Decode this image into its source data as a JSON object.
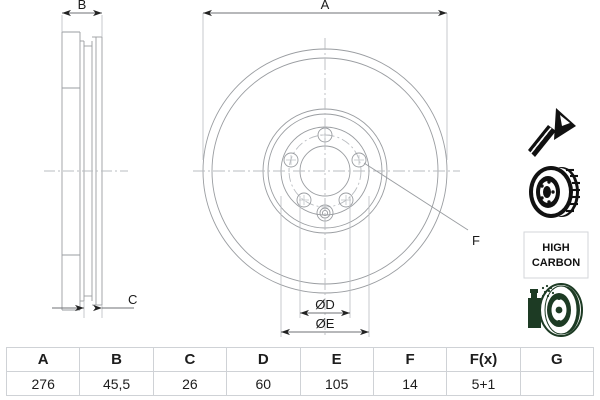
{
  "drawing": {
    "title_hidden": "",
    "dimension_labels": {
      "a": "A",
      "b": "B",
      "c": "C",
      "d": "ØD",
      "e": "ØE",
      "f": "F"
    },
    "views": {
      "side_view_name": "brake-disc-side-section-view",
      "front_view_name": "brake-disc-front-view"
    }
  },
  "badges": {
    "screw_icon": "countersunk-screw-icon",
    "disc_icon": "vented-brake-disc-icon",
    "high_carbon_line1": "HIGH",
    "high_carbon_line2": "CARBON",
    "coating_icon": "spray-can-coated-disc-icon"
  },
  "colors": {
    "line": "#9a9da1",
    "centerline": "#b9bcc0",
    "text": "#1a1a1a",
    "table_border": "#cfd2d6",
    "icon_black": "#111111",
    "icon_green": "#1d3b24"
  },
  "spec_table": {
    "headers": [
      "A",
      "B",
      "C",
      "D",
      "E",
      "F",
      "F(x)",
      "G"
    ],
    "values": [
      "276",
      "45,5",
      "26",
      "60",
      "105",
      "14",
      "5+1",
      ""
    ]
  }
}
